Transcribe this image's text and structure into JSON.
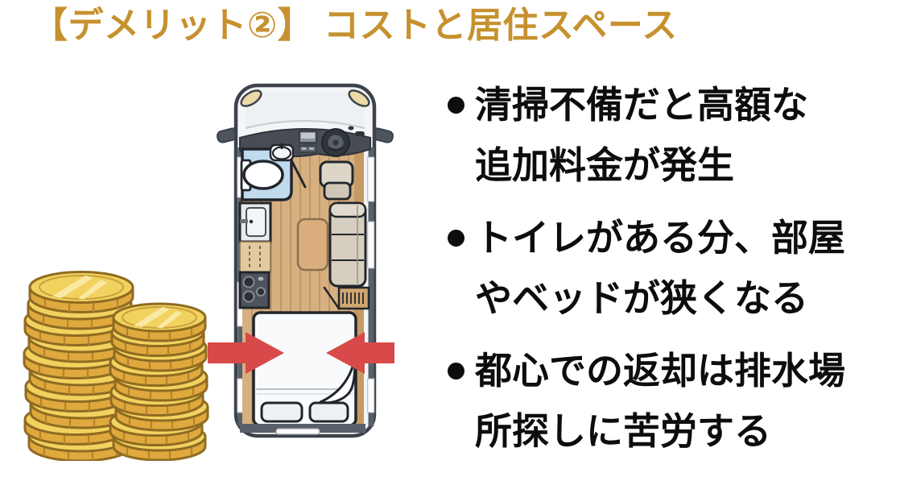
{
  "title": "【デメリット②】 コストと居住スペース",
  "bullets": [
    {
      "line1": "清掃不備だと高額な",
      "line2": "追加料金が発生"
    },
    {
      "line1": "トイレがある分、部屋",
      "line2": "やベッドが狭くなる"
    },
    {
      "line1": "都心での返却は排水場",
      "line2": "所探しに苦労する"
    }
  ],
  "illustration": {
    "coin_stacks": "gold-coin-stacks",
    "vehicle": "campervan-top-view-floorplan",
    "arrows": "inward-squeeze-arrows"
  },
  "colors": {
    "title_gold": "#c6912f",
    "text_black": "#0d0d0d",
    "arrow_red": "#d84a49",
    "coin_gold": "#f2d25f",
    "coin_rim": "#dfa93e",
    "wood_floor": "#d7b081",
    "bathroom_blue": "#c0dbee",
    "dashboard_gray": "#474c55",
    "background": "#ffffff"
  }
}
